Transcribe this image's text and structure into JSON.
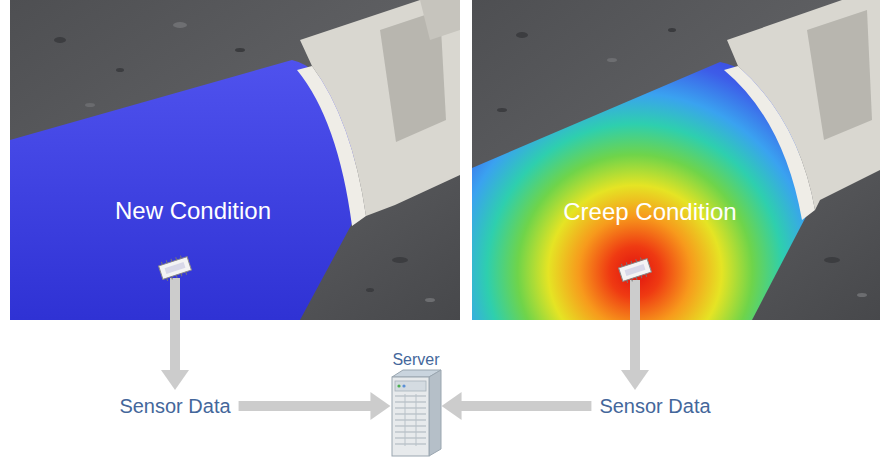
{
  "diagram": {
    "nodes": [
      {
        "text": [
          "New Condition"
        ]
      },
      {
        "text": [
          "Creep Condition"
        ]
      },
      {
        "text": [
          "Sensor Data"
        ]
      },
      {
        "text": [
          "Server"
        ]
      },
      {
        "text": [
          "Sensor Data"
        ]
      }
    ],
    "edges": [
      {
        "from": 0,
        "to": 2,
        "arrow": "to"
      },
      {
        "from": 1,
        "to": 4,
        "arrow": "to"
      },
      {
        "from": 2,
        "to": 3,
        "arrow": "to"
      },
      {
        "from": 4,
        "to": 3,
        "arrow": "to"
      }
    ]
  }
}
